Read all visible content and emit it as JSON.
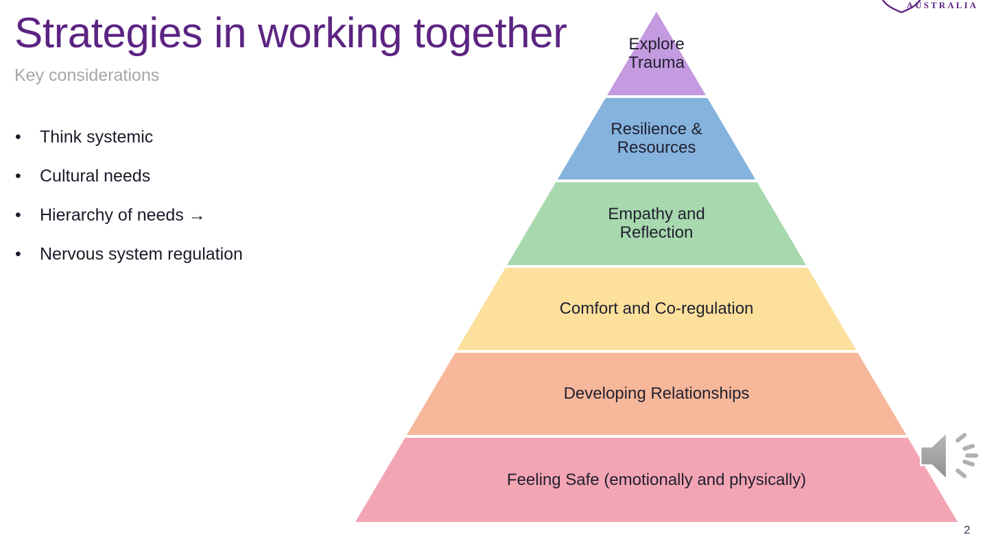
{
  "slide": {
    "title": "Strategies in working together",
    "subtitle": "Key considerations",
    "page_number": "2",
    "title_color": "#5c2482",
    "subtitle_color": "#a6a6a6",
    "background_color": "#ffffff"
  },
  "bullets": [
    {
      "marker": "•",
      "text": "Think systemic"
    },
    {
      "marker": "•",
      "text": "Cultural needs"
    },
    {
      "marker": "•",
      "text": "Hierarchy of needs →"
    },
    {
      "marker": "•",
      "text": "Nervous system regulation"
    }
  ],
  "pyramid": {
    "tiers": [
      {
        "label": "Explore\nTrauma",
        "color": "#c49ae0",
        "font_size": 24
      },
      {
        "label": "Resilience &\nResources",
        "color": "#85b3dd",
        "font_size": 24
      },
      {
        "label": "Empathy and\nReflection",
        "color": "#a8d8ae",
        "font_size": 24
      },
      {
        "label": "Comfort and Co-regulation",
        "color": "#fce09b",
        "font_size": 24
      },
      {
        "label": "Developing Relationships",
        "color": "#f7b79a",
        "font_size": 24
      },
      {
        "label": "Feeling Safe (emotionally and physically)",
        "color": "#f3a5b4",
        "font_size": 24
      }
    ],
    "divider_color": "#ffffff",
    "text_color": "#1f1f2e"
  },
  "media": {
    "speaker_icon_label": "audio-speaker",
    "speaker_body_color": "#9d9d9d",
    "speaker_wave_color": "#b5b5b5"
  },
  "logo": {
    "organisation": "AUSTRALIA",
    "color": "#5c2482"
  }
}
